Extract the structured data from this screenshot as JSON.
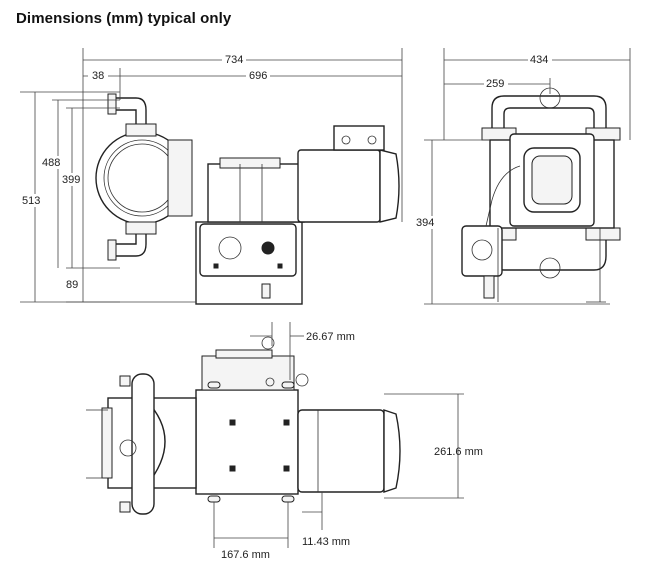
{
  "title": "Dimensions (mm) typical only",
  "dimensions": {
    "overall_length": "734",
    "pump_offset": "38",
    "motor_length": "696",
    "overall_height": "513",
    "outlet_height": "488",
    "body_height": "399",
    "inlet_height": "89",
    "overall_width": "434",
    "half_width": "259",
    "side_height": "394",
    "bolt_spacing_top": "26.67 mm",
    "motor_width": "261.6 mm",
    "bolt_spacing_bottom": "167.6 mm",
    "slot_width": "11.43 mm"
  }
}
